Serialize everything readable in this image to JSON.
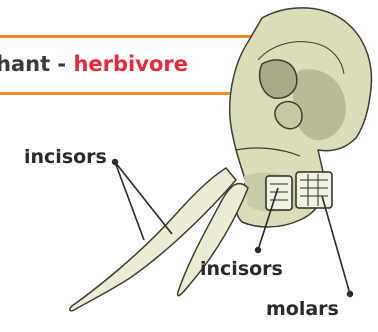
{
  "title": {
    "prefix": "hant",
    "separator": " - ",
    "accent": "herbivore"
  },
  "labels": {
    "incisors_top": "incisors",
    "incisors_bottom": "incisors",
    "molars": "molars"
  },
  "colors": {
    "bone": "#dcdcb8",
    "bone_shadow": "#a8aa88",
    "outline": "#3c3c34",
    "banner_border": "#f28c28",
    "accent": "#e8283c"
  }
}
